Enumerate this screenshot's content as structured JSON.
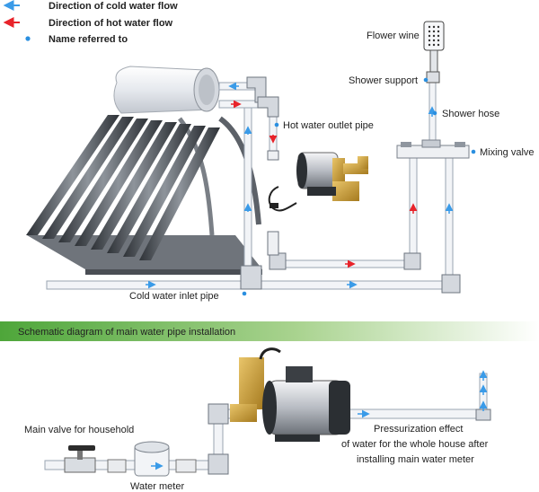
{
  "legend": {
    "cold_flow": "Direction of cold water flow",
    "hot_flow": "Direction of hot water flow",
    "name_ref": "Name referred to"
  },
  "top_labels": {
    "flower_wine": "Flower wine",
    "shower_support": "Shower support",
    "shower_hose": "Shower hose",
    "hot_outlet": "Hot water outlet pipe",
    "mixing_valve": "Mixing valve",
    "cold_inlet": "Cold water inlet pipe"
  },
  "banner": {
    "title": "Schematic diagram of main water pipe installation"
  },
  "bottom_labels": {
    "main_valve": "Main valve for household",
    "water_meter": "Water meter",
    "pressurization_line1": "Pressurization effect",
    "pressurization_line2": "of water for the whole house after",
    "pressurization_line3": "installing main water meter"
  },
  "colors": {
    "cold": "#3a9be8",
    "hot": "#e8232a",
    "dot": "#2a8fe0",
    "pipe_fill": "#f2f4f7",
    "pipe_stroke": "#9aa4b2",
    "banner_start": "#4ea63a",
    "banner_end": "#ffffff"
  }
}
